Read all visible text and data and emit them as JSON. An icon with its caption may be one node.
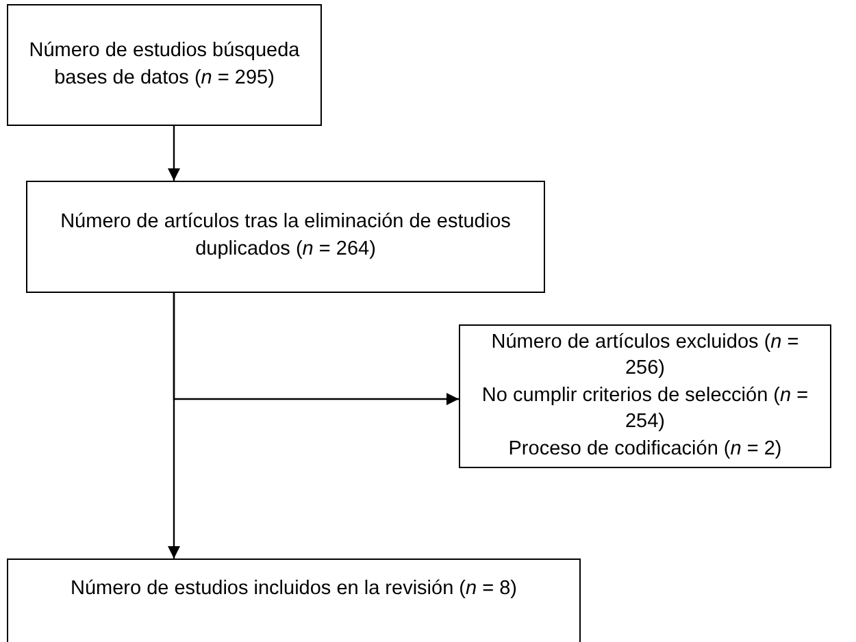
{
  "diagram": {
    "nodes": [
      {
        "text": [
          "Número de estudios búsqueda bases de datos (*n* = 295)"
        ]
      },
      {
        "text": [
          "Número de artículos tras la eliminación de estudios duplicados (*n* = 264)"
        ]
      },
      {
        "text": [
          "Número de artículos excluidos (*n* = 256)",
          "No cumplir criterios de selección (*n* = 254)",
          "Proceso de codificación (*n* = 2)"
        ]
      },
      {
        "text": [
          "Número de estudios incluidos en la revisión (*n* = 8)"
        ]
      }
    ],
    "edges": [
      {
        "from": 0,
        "to": 1,
        "arrow": "to"
      },
      {
        "from": 1,
        "to": 2,
        "arrow": "to"
      },
      {
        "from": 1,
        "to": 3,
        "arrow": "to"
      }
    ]
  }
}
